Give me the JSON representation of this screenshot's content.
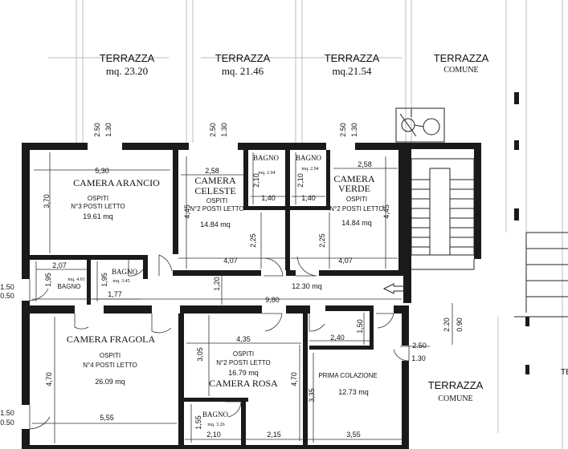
{
  "terraces": [
    {
      "name": "TERRAZZA",
      "area": "mq. 23.20"
    },
    {
      "name": "TERRAZZA",
      "area": "mq. 21.46"
    },
    {
      "name": "TERRAZZA",
      "area": "mq.21.54"
    },
    {
      "name": "TERRAZZA",
      "area": "COMUNE"
    },
    {
      "name": "TERRAZZA",
      "area": "COMUNE"
    }
  ],
  "rooms": {
    "arancio": {
      "name": "CAMERA ARANCIO",
      "guests": "OSPITI",
      "beds": "N°3 POSTI LETTO",
      "area": "19.61 mq"
    },
    "celeste": {
      "name1": "CAMERA",
      "name2": "CELESTE",
      "guests": "OSPITI",
      "beds": "N°2 POSTI LETTO",
      "area": "14.84 mq"
    },
    "verde": {
      "name1": "CAMERA",
      "name2": "VERDE",
      "guests": "OSPITI",
      "beds": "N°2 POSTI LETTO",
      "area": "14.84 mq"
    },
    "fragola": {
      "name": "CAMERA FRAGOLA",
      "guests": "OSPITI",
      "beds": "N°4 POSTI LETTO",
      "area": "26.09 mq"
    },
    "rosa": {
      "name": "CAMERA ROSA",
      "guests": "OSPITI",
      "beds": "N°2 POSTI LETTO",
      "area": "16.79 mq"
    },
    "colazione": {
      "name": "PRIMA COLAZIONE",
      "area": "12.73 mq"
    },
    "corridor": {
      "area": "12.30 mq"
    }
  },
  "baths": [
    {
      "name": "BAGNO",
      "area": "mq. 2.94"
    },
    {
      "name": "BAGNO",
      "area": "mq. 2.94"
    },
    {
      "name": "BAGNO",
      "area": "mq. 4.03"
    },
    {
      "name": "BAGNO",
      "area": "mq. 3.45"
    },
    {
      "name": "BAGNO",
      "area": "mq. 3.26"
    }
  ],
  "partial_label": "TE",
  "dims": {
    "d250a": "2.50",
    "d130a": "1.30",
    "d250b": "2.50",
    "d130b": "1.30",
    "d250c": "2.50",
    "d130c": "1.30",
    "d530": "5,30",
    "d370": "3,70",
    "d258a": "2,58",
    "d210a": "2,10",
    "d140a": "1,40",
    "d210b": "2,10",
    "d140b": "1,40",
    "d258b": "2,58",
    "d445a": "4,45",
    "d445b": "4,45",
    "d225a": "2,25",
    "d225b": "2,25",
    "d407a": "4,07",
    "d407b": "4,07",
    "d207": "2,07",
    "d195a": "1,95",
    "d195b": "1,95",
    "d177": "1,77",
    "d120": "1,20",
    "d980": "9,80",
    "d150l1": "1.50",
    "d050l1": "0.50",
    "d435": "4,35",
    "d305": "3,05",
    "d470a": "4,70",
    "d470b": "4,70",
    "d240": "2,40",
    "d150": "1,50",
    "d220": "2.20",
    "d090": "0.90",
    "d250d": "2.50",
    "d130d": "1.30",
    "d335": "3,35",
    "d555": "5,55",
    "d155": "1,55",
    "d210c": "2,10",
    "d215": "2,15",
    "d355": "3,55",
    "d150l2": "1.50",
    "d050l2": "0.50"
  }
}
